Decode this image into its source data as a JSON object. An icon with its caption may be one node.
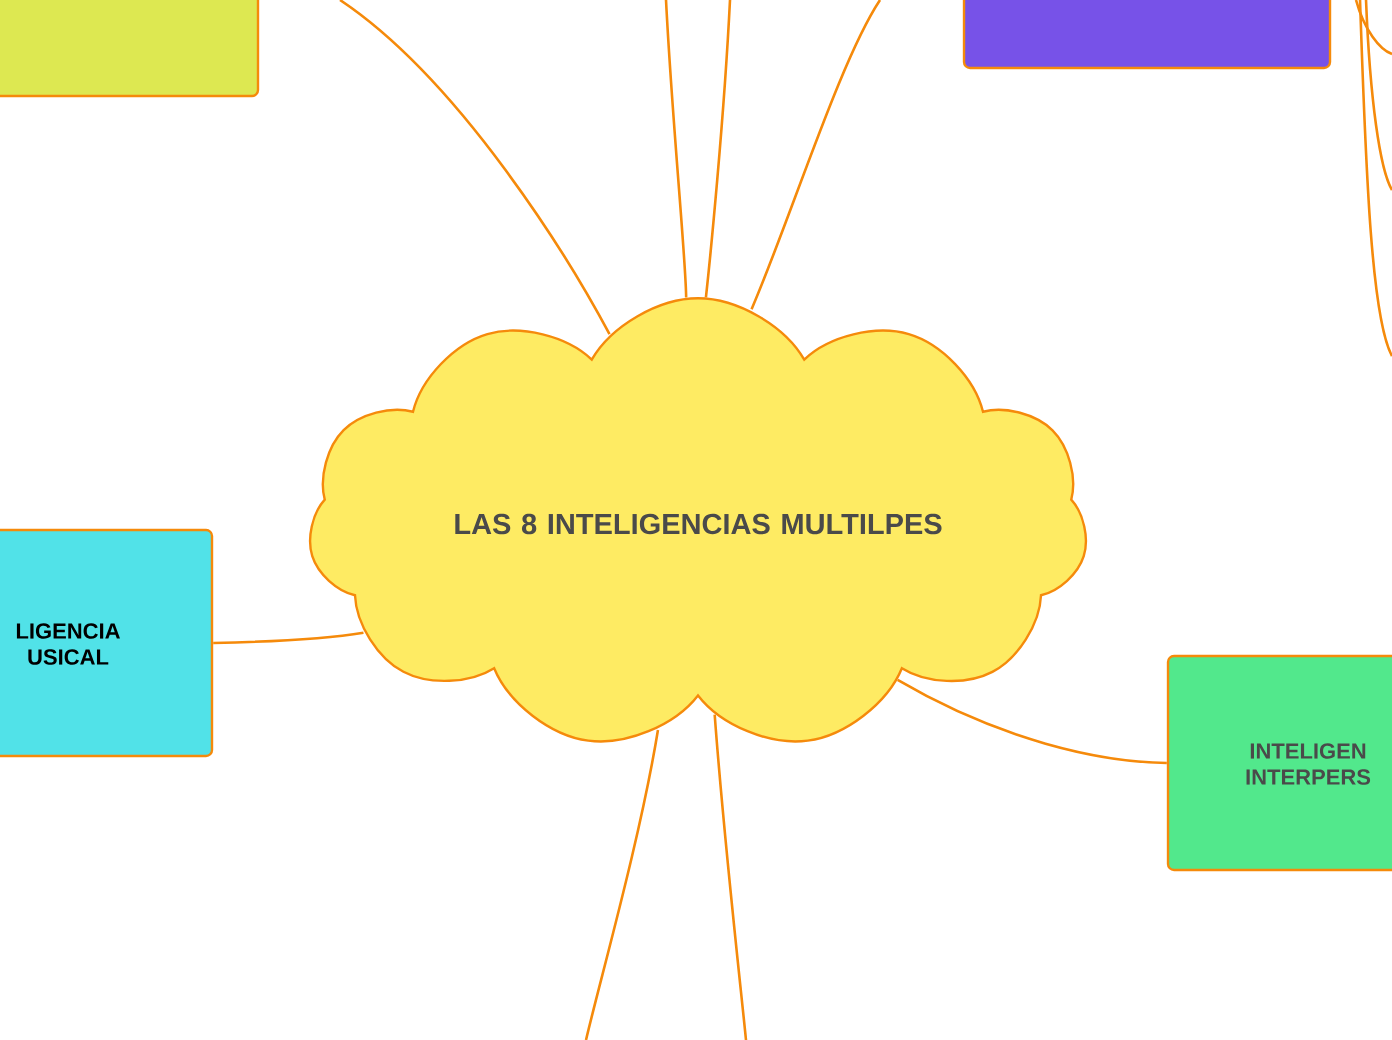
{
  "diagram": {
    "nodes": [
      {
        "text": [
          "LAS 8 INTELIGENCIAS MULTILPES"
        ]
      },
      {
        "text": [],
        "shape": "box"
      },
      {
        "text": [],
        "shape": "box"
      },
      {
        "text": [
          "LIGENCIA USICAL"
        ]
      },
      {
        "text": [
          "INTELIGEN INTERPERS"
        ]
      }
    ],
    "edges": [
      {
        "from": 0,
        "to": null,
        "arrow": "none"
      },
      {
        "from": 0,
        "to": null,
        "arrow": "none"
      },
      {
        "from": 0,
        "to": null,
        "arrow": "none"
      },
      {
        "from": 0,
        "to": null,
        "arrow": "none"
      },
      {
        "from": 0,
        "to": 3,
        "arrow": "none"
      },
      {
        "from": 0,
        "to": 4,
        "arrow": "none"
      },
      {
        "from": 0,
        "to": null,
        "arrow": "none"
      },
      {
        "from": 0,
        "to": null,
        "arrow": "none"
      }
    ]
  }
}
